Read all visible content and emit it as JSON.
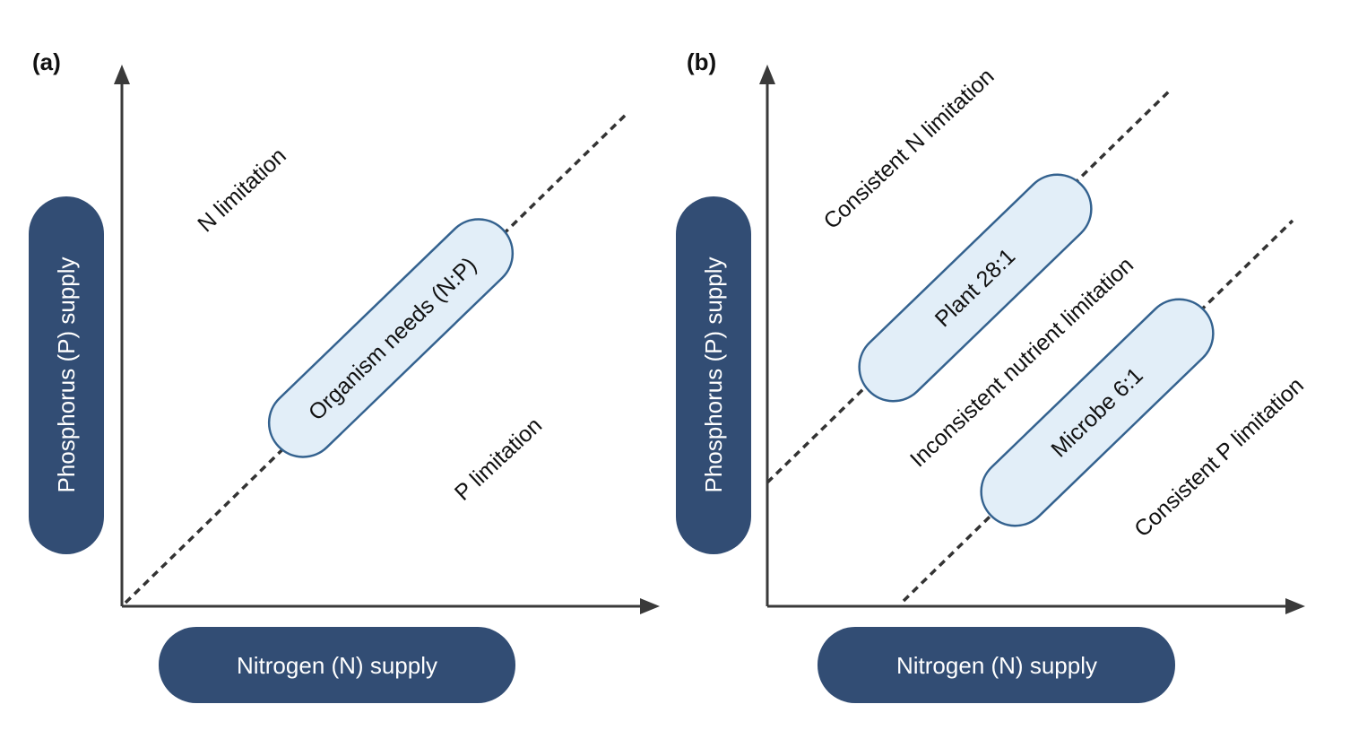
{
  "panel_a": {
    "label": "(a)",
    "y_axis_title": "Phosphorus (P) supply",
    "x_axis_title": "Nitrogen (N) supply",
    "region_upper": "N limitation",
    "region_lower": "P limitation",
    "ratio_pill": "Organism needs (N:P)"
  },
  "panel_b": {
    "label": "(b)",
    "y_axis_title": "Phosphorus (P) supply",
    "x_axis_title": "Nitrogen (N) supply",
    "region_upper": "Consistent N limitation",
    "region_middle": "Inconsistent nutrient limitation",
    "region_lower": "Consistent P limitation",
    "plant_pill": "Plant 28:1",
    "microbe_pill": "Microbe 6:1"
  },
  "colors": {
    "dark_pill": "#324d74",
    "light_pill": "#e2eef8",
    "light_pill_border": "#34628f",
    "axis": "#3a3a3a"
  }
}
